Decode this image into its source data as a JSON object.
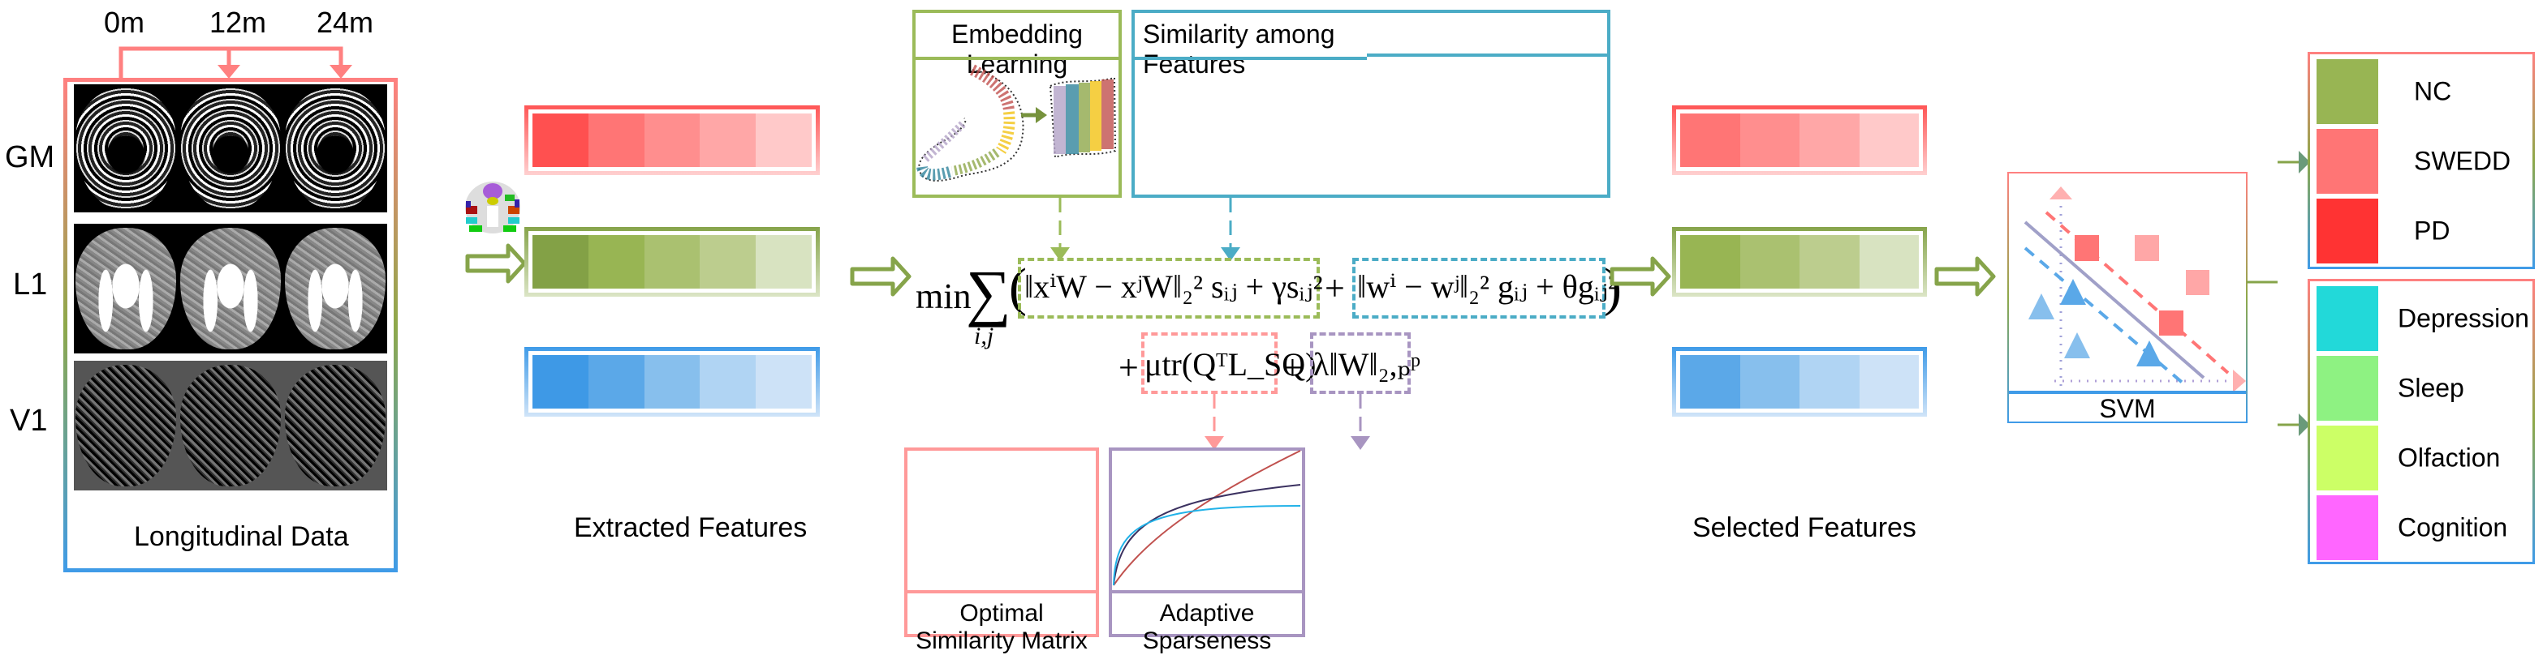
{
  "timepoints": [
    "0m",
    "12m",
    "24m"
  ],
  "modalities": [
    {
      "label": "GM",
      "kind": "gm"
    },
    {
      "label": "L1",
      "kind": "l1"
    },
    {
      "label": "V1",
      "kind": "v1"
    }
  ],
  "captions": {
    "longitudinal": "Longitudinal Data",
    "extracted": "Extracted Features",
    "selected": "Selected Features"
  },
  "extracted_features": {
    "red": [
      "#ff5050",
      "#ff7575",
      "#ff8e8e",
      "#ffa7a7",
      "#ffc9c9"
    ],
    "green": [
      "#83a146",
      "#98b553",
      "#aac170",
      "#bccd8e",
      "#d8e3c1"
    ],
    "blue": [
      "#3e99e6",
      "#5ba8e8",
      "#87bfed",
      "#b0d4f3",
      "#cde2f7"
    ]
  },
  "selected_features": {
    "red": [
      "#ff7575",
      "#ff8e8e",
      "#ffa7a7",
      "#ffc9c9"
    ],
    "green": [
      "#98b553",
      "#aac170",
      "#bccd8e",
      "#d8e3c1"
    ],
    "blue": [
      "#5ba8e8",
      "#87bfed",
      "#b0d4f3",
      "#cde2f7"
    ]
  },
  "modules": {
    "embedding": "Embedding Learning",
    "similarity": "Similarity among Features",
    "optimal": "Optimal Similarity Matrix",
    "adaptive": "Adaptive Sparseness",
    "svm": "SVM"
  },
  "formula": {
    "min": "min",
    "sum_sub": "i,j",
    "term1": "‖xⁱW − xʲW‖₂² sᵢⱼ + γsᵢⱼ²",
    "plus": "+",
    "term2": "‖wⁱ − wʲ‖₂² gᵢⱼ + θgᵢⱼ²",
    "term3": "μtr(QᵀL_SQ)",
    "term4": "λ‖W‖₂,ₚᵖ"
  },
  "diagnosis_legend": [
    {
      "label": "NC",
      "color": "#98b553"
    },
    {
      "label": "SWEDD",
      "color": "#ff7575"
    },
    {
      "label": "PD",
      "color": "#ff3333"
    }
  ],
  "clinical_legend": [
    {
      "label": "Depression",
      "color": "#22d9d9"
    },
    {
      "label": "Sleep",
      "color": "#8ef282"
    },
    {
      "label": "Olfaction",
      "color": "#ccff66"
    },
    {
      "label": "Cognition",
      "color": "#ff66ff"
    }
  ],
  "colors": {
    "red": "#ff8080",
    "green": "#86a44a",
    "teal": "#4bacc6",
    "pink": "#ff9999",
    "purple": "#a895c1",
    "blue": "#3f9be8"
  }
}
